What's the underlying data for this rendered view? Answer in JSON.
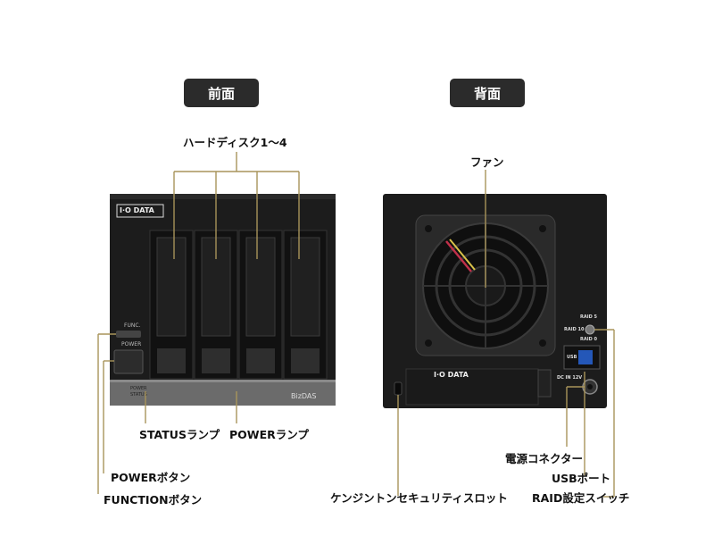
{
  "headers": {
    "front": "前面",
    "back": "背面"
  },
  "front": {
    "labels": {
      "hdd": "ハードディスク1〜4",
      "status_lamp": "STATUSランプ",
      "power_lamp": "POWERランプ",
      "power_button": "POWERボタン",
      "function_button": "FUNCTIONボタン"
    },
    "device": {
      "logo": "I·O DATA",
      "func_label": "FUNC.",
      "power_label": "POWER",
      "power_indicator": "POWER",
      "status_indicator": "STATUS",
      "brand": "BizDAS"
    }
  },
  "back": {
    "labels": {
      "fan": "ファン",
      "power_connector": "電源コネクター",
      "usb_port": "USBポート",
      "raid_switch": "RAID設定スイッチ",
      "kensington": "ケンジントンセキュリティスロット"
    },
    "device": {
      "logo": "I·O DATA",
      "raid5": "RAID 5",
      "raid10": "RAID 10",
      "raid0": "RAID 0",
      "usb": "USB",
      "dc": "DC IN 12V"
    }
  },
  "colors": {
    "leader": "#a8945a",
    "device": "#1b1b1b",
    "pill": "#2b2b2b"
  }
}
